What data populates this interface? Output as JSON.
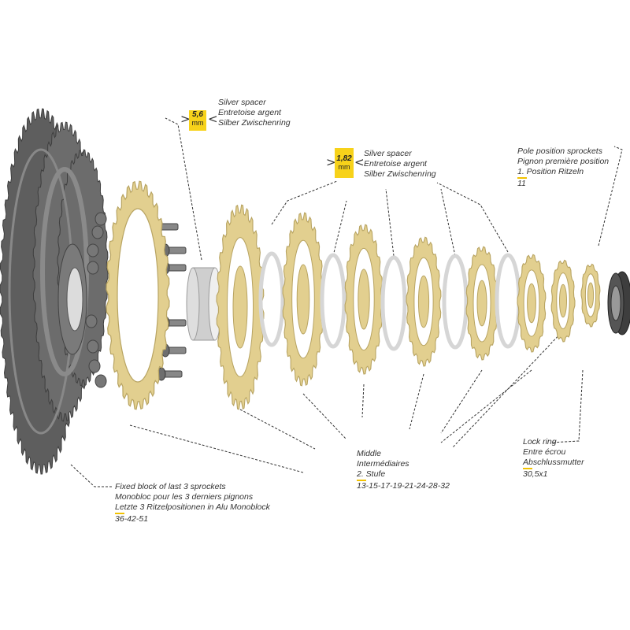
{
  "colors": {
    "gold": "#e2cf8f",
    "gold_dark": "#b8a462",
    "grey": "#5a5a5a",
    "silver": "#d6d6d6",
    "badge": "#f7d21a",
    "accent_line": "#f2c200"
  },
  "spacer_large": {
    "value": "5,6",
    "unit": "mm",
    "lines": [
      "Silver spacer",
      "Entretoise argent",
      "Silber Zwischenring"
    ]
  },
  "spacer_small": {
    "value": "1,82",
    "unit": "mm",
    "lines": [
      "Silver spacer",
      "Entretoise argent",
      "Silber Zwischenring"
    ]
  },
  "pole": {
    "lines": [
      "Pole position sprockets",
      "Pignon première position",
      "1. Position Ritzeln"
    ],
    "spec": "11"
  },
  "lockring": {
    "lines": [
      "Lock ring",
      "Entre écrou",
      "Abschlussmutter"
    ],
    "spec": "30,5x1"
  },
  "middle": {
    "lines": [
      "Middle",
      "Intermédiaires",
      "2. Stufe"
    ],
    "spec": "13-15-17-19-21-24-28-32"
  },
  "fixed_block": {
    "lines": [
      "Fixed block of last 3 sprockets",
      "Monobloc pour les 3 derniers pignons",
      "Letzte 3 Ritzelpositionen in Alu Monoblock"
    ],
    "spec": "36-42-51"
  }
}
